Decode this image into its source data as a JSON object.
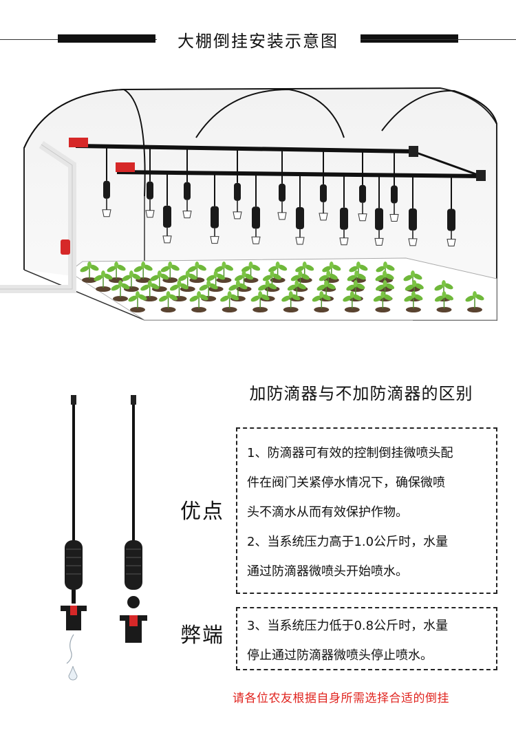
{
  "header": {
    "title": "大棚倒挂安装示意图"
  },
  "comparison": {
    "title": "加防滴器与不加防滴器的区别",
    "advantages": {
      "label": "优点",
      "lines": [
        "1、防滴器可有效的控制倒挂微喷头配",
        "件在阀门关紧停水情况下，确保微喷",
        "头不滴水从而有效保护作物。",
        "2、当系统压力高于1.0公斤时，水量",
        "通过防滴器微喷头开始喷水。"
      ]
    },
    "disadvantages": {
      "label": "弊端",
      "lines": [
        "3、当系统压力低于0.8公斤时，水量",
        "停止通过防滴器微喷头停止喷水。"
      ]
    }
  },
  "footer": {
    "note": "请各位农友根据自身所需选择合适的倒挂"
  },
  "colors": {
    "accent": "#e0241f",
    "pipe": "#111111",
    "valve": "#d62828",
    "plant": "#6fb83a",
    "soil": "#5a4330"
  },
  "icons": [
    "greenhouse-illustration",
    "sprinkler-with-anti-drip",
    "sprinkler-without-anti-drip",
    "water-drop-icon",
    "watermark-logo"
  ]
}
